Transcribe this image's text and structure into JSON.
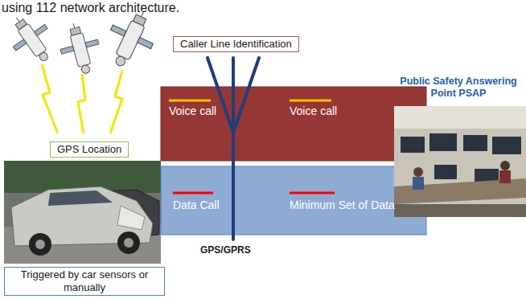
{
  "diagram": {
    "nodes": [
      {
        "text": [
          "Caller Line Identification"
        ]
      },
      {
        "text": [
          "Voice call",
          "Voice call"
        ]
      },
      {
        "text": [
          "GPS Location"
        ]
      },
      {
        "text": [
          "Data Call",
          "Minimum Set of Data"
        ]
      },
      {
        "text": [
          "Triggered by car sensors or manually"
        ]
      }
    ],
    "labels": [
      "using 112 network architecture.",
      "Public Safety Answering Point PSAP",
      "GPS/GPRS"
    ]
  }
}
